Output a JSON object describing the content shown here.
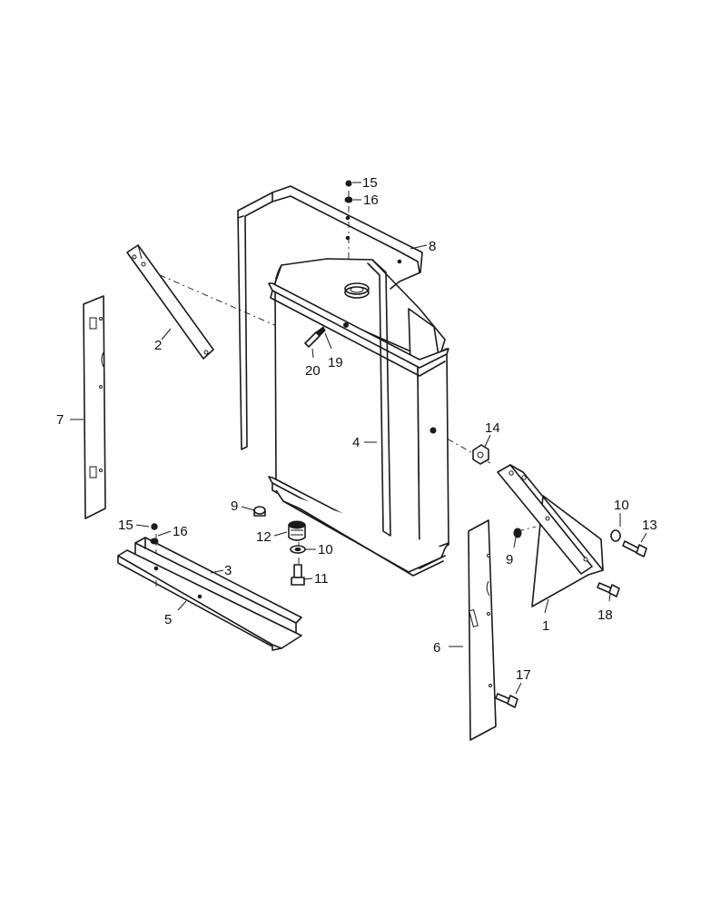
{
  "callouts": [
    {
      "id": "c15a",
      "text": "15"
    },
    {
      "id": "c16a",
      "text": "16"
    },
    {
      "id": "c8",
      "text": "8"
    },
    {
      "id": "c2",
      "text": "2"
    },
    {
      "id": "c20",
      "text": "20"
    },
    {
      "id": "c19",
      "text": "19"
    },
    {
      "id": "c7",
      "text": "7"
    },
    {
      "id": "c4",
      "text": "4"
    },
    {
      "id": "c14",
      "text": "14"
    },
    {
      "id": "c9a",
      "text": "9"
    },
    {
      "id": "c10a",
      "text": "10"
    },
    {
      "id": "c13",
      "text": "13"
    },
    {
      "id": "c15b",
      "text": "15"
    },
    {
      "id": "c16b",
      "text": "16"
    },
    {
      "id": "c12",
      "text": "12"
    },
    {
      "id": "c10b",
      "text": "10"
    },
    {
      "id": "c9b",
      "text": "9"
    },
    {
      "id": "c3",
      "text": "3"
    },
    {
      "id": "c11",
      "text": "11"
    },
    {
      "id": "c5",
      "text": "5"
    },
    {
      "id": "c18",
      "text": "18"
    },
    {
      "id": "c1",
      "text": "1"
    },
    {
      "id": "c6",
      "text": "6"
    },
    {
      "id": "c17",
      "text": "17"
    }
  ]
}
